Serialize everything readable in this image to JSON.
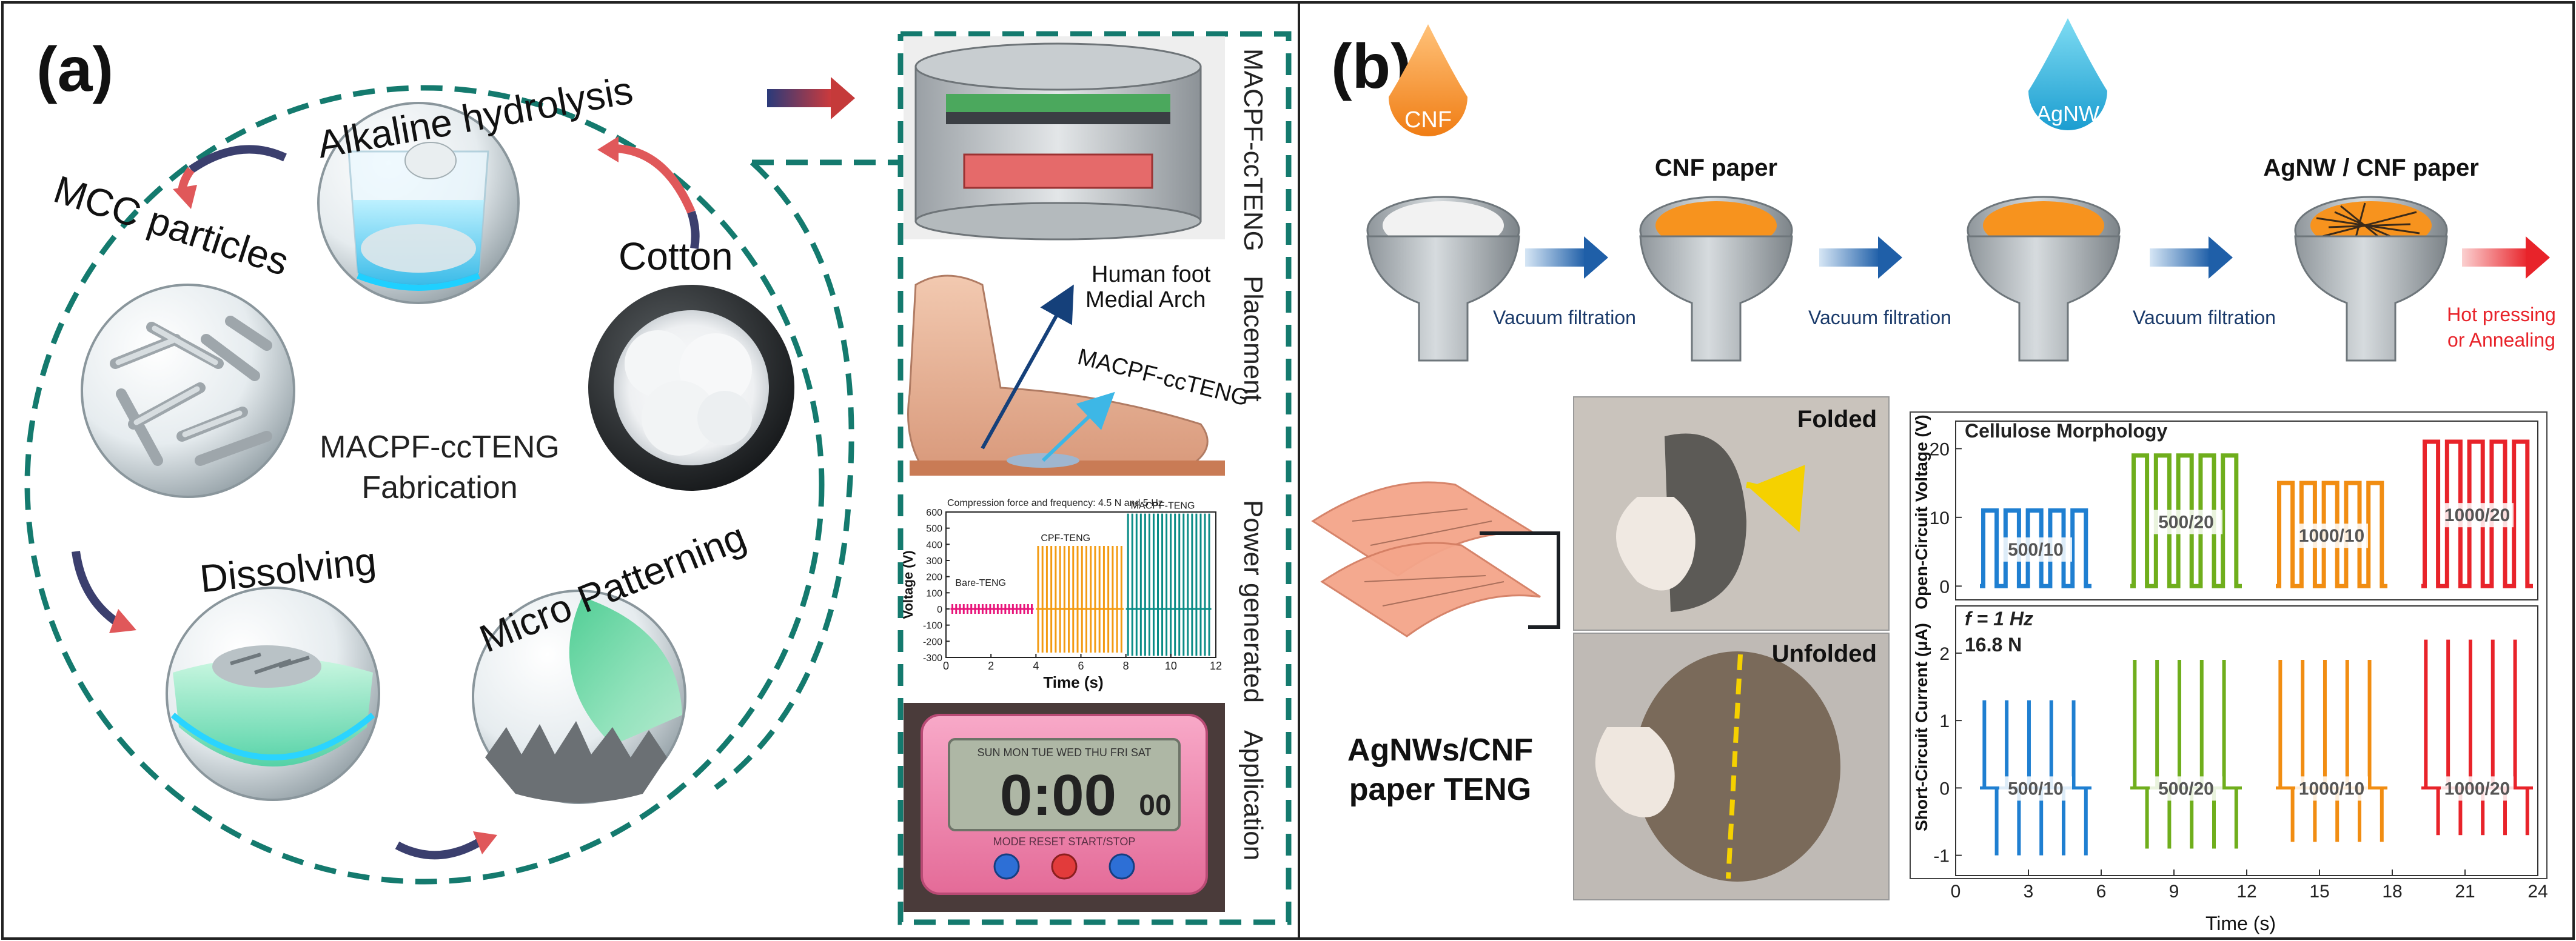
{
  "panel_a": {
    "label": "(a)",
    "steps": {
      "alkaline": "Alkaline hydrolysis",
      "cotton": "Cotton",
      "mcc": "MCC particles",
      "dissolving": "Dissolving",
      "patterning": "Micro Patterning"
    },
    "center_line1": "MACPF-ccTENG",
    "center_line2": "Fabrication",
    "side_labels": {
      "device": "MACPF-ccTENG",
      "placement": "Placement",
      "power": "Power generated",
      "application": "Application"
    },
    "placement_labels": {
      "foot_line1": "Human foot",
      "foot_line2": "Medial Arch",
      "device": "MACPF-ccTENG"
    },
    "clock": {
      "days": "SUN MON TUE WED THU FRI SAT",
      "time": "0:00",
      "seconds": "00",
      "buttons": "MODE   RESET   START/STOP"
    }
  },
  "panel_b": {
    "label": "(b)",
    "drops": {
      "cnf": "CNF",
      "agnw": "AgNW"
    },
    "step_titles": {
      "cnf_paper": "CNF paper",
      "agnw_cnf_paper": "AgNW / CNF paper"
    },
    "arrows": {
      "vf1": "Vacuum filtration",
      "vf2": "Vacuum filtration",
      "vf3": "Vacuum filtration",
      "final_line1": "Hot pressing",
      "final_line2": "or Annealing"
    },
    "photos": {
      "folded": "Folded",
      "unfolded": "Unfolded"
    },
    "teng_line1": "AgNWs/CNF",
    "teng_line2": "paper TENG"
  },
  "chart_data": [
    {
      "type": "line",
      "title": "",
      "subtitle": "Compression force and frequency: 4.5 N and 5 Hz",
      "xlabel": "Time (s)",
      "ylabel": "Voltage (V)",
      "xlim": [
        0,
        12
      ],
      "ylim": [
        -300,
        600
      ],
      "xticks": [
        0,
        2,
        4,
        6,
        8,
        10,
        12
      ],
      "yticks": [
        -300,
        -200,
        -100,
        0,
        100,
        200,
        300,
        400,
        500,
        600
      ],
      "grid": false,
      "series": [
        {
          "name": "Bare-TENG",
          "color": "#e8147a",
          "x_range": [
            0.2,
            3.9
          ],
          "peak": 30,
          "trough": -30,
          "cycles": 22
        },
        {
          "name": "CPF-TENG",
          "color": "#f39b12",
          "x_range": [
            4.0,
            7.9
          ],
          "peak": 390,
          "trough": -270,
          "cycles": 20
        },
        {
          "name": "MACPF-TENG",
          "color": "#0a8c86",
          "x_range": [
            8.0,
            11.8
          ],
          "peak": 590,
          "trough": -290,
          "cycles": 20
        }
      ]
    },
    {
      "type": "line",
      "title": "",
      "annotation": "Cellulose Morphology",
      "xlabel": "",
      "ylabel": "Open-Circuit Voltage (V)",
      "xlim": [
        0,
        24
      ],
      "ylim": [
        -2,
        24
      ],
      "yticks": [
        0,
        10,
        20
      ],
      "grid": false,
      "series": [
        {
          "name": "500/10",
          "color": "#1f7fd1",
          "x_range": [
            1.0,
            5.6
          ],
          "high": 11,
          "low": 0,
          "cycles": 5
        },
        {
          "name": "500/20",
          "color": "#6fae1c",
          "x_range": [
            7.2,
            11.8
          ],
          "high": 19,
          "low": 0,
          "cycles": 5
        },
        {
          "name": "1000/10",
          "color": "#f18d12",
          "x_range": [
            13.2,
            17.8
          ],
          "high": 15,
          "low": 0,
          "cycles": 5
        },
        {
          "name": "1000/20",
          "color": "#e8232a",
          "x_range": [
            19.2,
            23.8
          ],
          "high": 21,
          "low": 0,
          "cycles": 5
        }
      ]
    },
    {
      "type": "line",
      "title": "",
      "annotation_line1": "f = 1 Hz",
      "annotation_line2": "16.8 N",
      "xlabel": "Time (s)",
      "ylabel": "Short-Circuit Current (μA)",
      "xlim": [
        0,
        24
      ],
      "ylim": [
        -1.3,
        2.7
      ],
      "xticks": [
        0,
        3,
        6,
        9,
        12,
        15,
        18,
        21,
        24
      ],
      "yticks": [
        -1,
        0,
        1,
        2
      ],
      "grid": false,
      "series": [
        {
          "name": "500/10",
          "color": "#1f7fd1",
          "x_range": [
            1.0,
            5.6
          ],
          "peak": 1.3,
          "trough": -1.0,
          "cycles": 5
        },
        {
          "name": "500/20",
          "color": "#6fae1c",
          "x_range": [
            7.2,
            11.8
          ],
          "peak": 1.9,
          "trough": -0.9,
          "cycles": 5
        },
        {
          "name": "1000/10",
          "color": "#f18d12",
          "x_range": [
            13.2,
            17.8
          ],
          "peak": 1.9,
          "trough": -0.8,
          "cycles": 5
        },
        {
          "name": "1000/20",
          "color": "#e8232a",
          "x_range": [
            19.2,
            23.8
          ],
          "peak": 2.2,
          "trough": -0.7,
          "cycles": 5
        }
      ]
    }
  ]
}
